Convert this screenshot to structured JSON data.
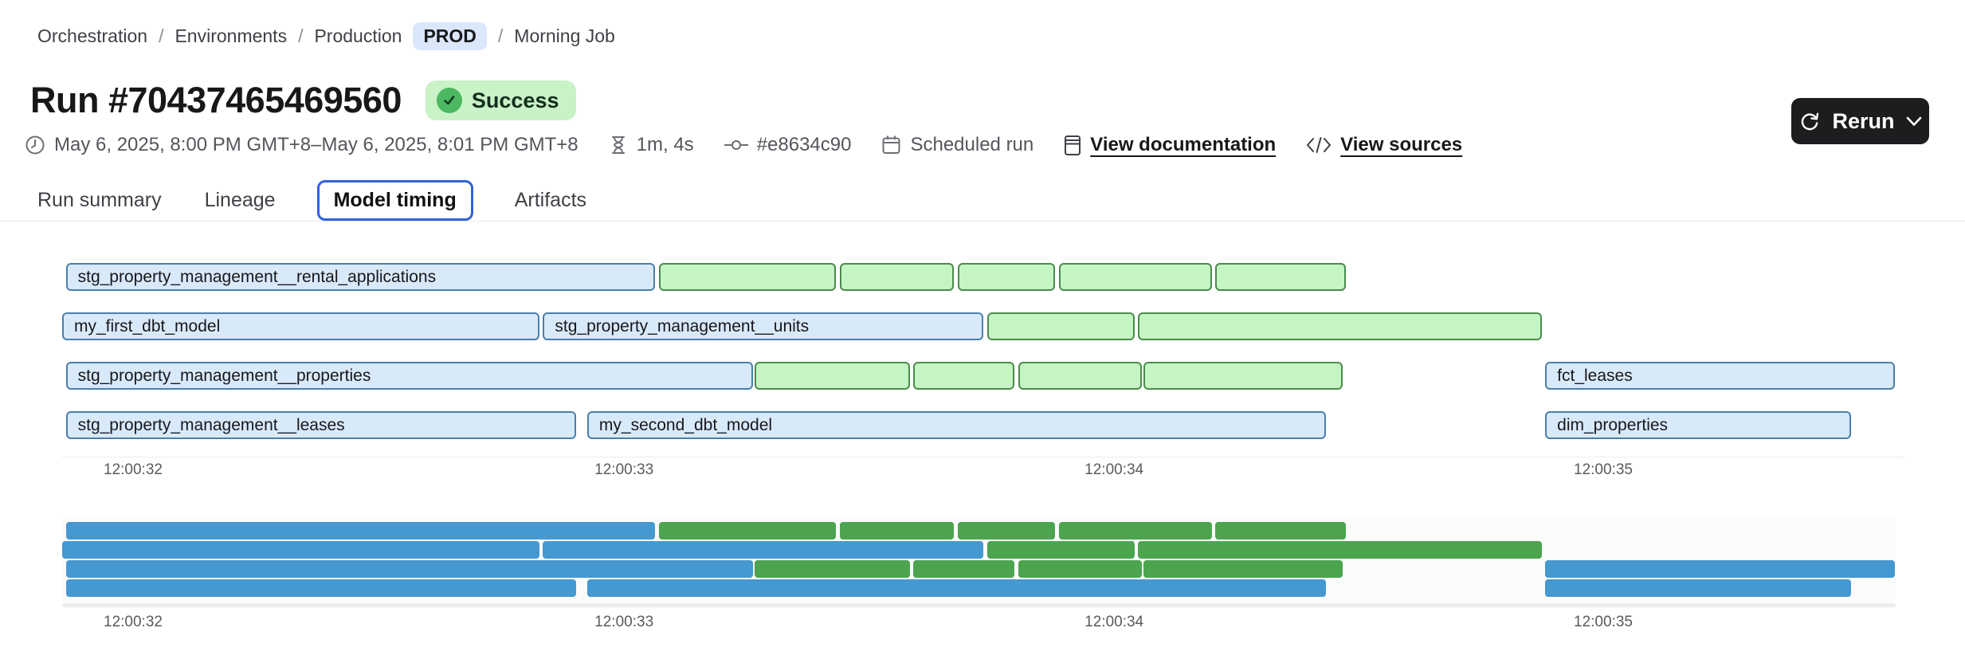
{
  "breadcrumb": {
    "separator": "/",
    "items": [
      "Orchestration",
      "Environments",
      "Production"
    ],
    "env_badge": "PROD",
    "current": "Morning Job"
  },
  "header": {
    "title": "Run #70437465469560",
    "status": "Success"
  },
  "meta": {
    "time_range": "May 6, 2025, 8:00 PM GMT+8–May 6, 2025, 8:01 PM GMT+8",
    "duration": "1m, 4s",
    "commit": "#e8634c90",
    "trigger": "Scheduled run",
    "documentation_link": "View documentation",
    "sources_link": "View sources"
  },
  "rerun": {
    "label": "Rerun"
  },
  "tabs": {
    "items": [
      "Run summary",
      "Lineage",
      "Model timing",
      "Artifacts"
    ],
    "active": "Model timing"
  },
  "chart_data": {
    "type": "gantt",
    "title": "Model timing",
    "x_ticks": [
      {
        "label": "12:00:32",
        "pct": 3.85
      },
      {
        "label": "12:00:33",
        "pct": 30.5
      },
      {
        "label": "12:00:34",
        "pct": 57.1
      },
      {
        "label": "12:00:35",
        "pct": 83.65
      }
    ],
    "palette": {
      "bar_blue_fill": "#d8e9fa",
      "bar_blue_border": "#4a7fae",
      "bar_green_fill": "#c4f5c2",
      "bar_green_border": "#4c8b4c",
      "minimap_blue": "#4598d0",
      "minimap_green": "#4ca44f"
    },
    "rows": [
      [
        {
          "name": "stg_property_management__rental_applications",
          "color": "blue",
          "x": 0.2,
          "w": 32.0
        },
        {
          "name": "",
          "color": "green",
          "x": 32.4,
          "w": 9.6
        },
        {
          "name": "",
          "color": "green",
          "x": 42.2,
          "w": 6.2
        },
        {
          "name": "",
          "color": "green",
          "x": 48.6,
          "w": 5.3
        },
        {
          "name": "",
          "color": "green",
          "x": 54.1,
          "w": 8.3
        },
        {
          "name": "",
          "color": "green",
          "x": 62.6,
          "w": 7.1
        }
      ],
      [
        {
          "name": "my_first_dbt_model",
          "color": "blue",
          "x": 0.0,
          "w": 25.9
        },
        {
          "name": "stg_property_management__units",
          "color": "blue",
          "x": 26.1,
          "w": 23.9
        },
        {
          "name": "",
          "color": "green",
          "x": 50.2,
          "w": 8.0
        },
        {
          "name": "",
          "color": "green",
          "x": 58.4,
          "w": 21.9
        }
      ],
      [
        {
          "name": "stg_property_management__properties",
          "color": "blue",
          "x": 0.2,
          "w": 37.3
        },
        {
          "name": "",
          "color": "green",
          "x": 37.6,
          "w": 8.4
        },
        {
          "name": "",
          "color": "green",
          "x": 46.2,
          "w": 5.5
        },
        {
          "name": "",
          "color": "green",
          "x": 51.9,
          "w": 6.7
        },
        {
          "name": "",
          "color": "green",
          "x": 58.7,
          "w": 10.8
        },
        {
          "name": "fct_leases",
          "color": "blue",
          "x": 80.5,
          "w": 19.0
        }
      ],
      [
        {
          "name": "stg_property_management__leases",
          "color": "blue",
          "x": 0.2,
          "w": 27.7
        },
        {
          "name": "my_second_dbt_model",
          "color": "blue",
          "x": 28.5,
          "w": 40.1
        },
        {
          "name": "dim_properties",
          "color": "blue",
          "x": 80.5,
          "w": 16.6
        }
      ]
    ]
  }
}
